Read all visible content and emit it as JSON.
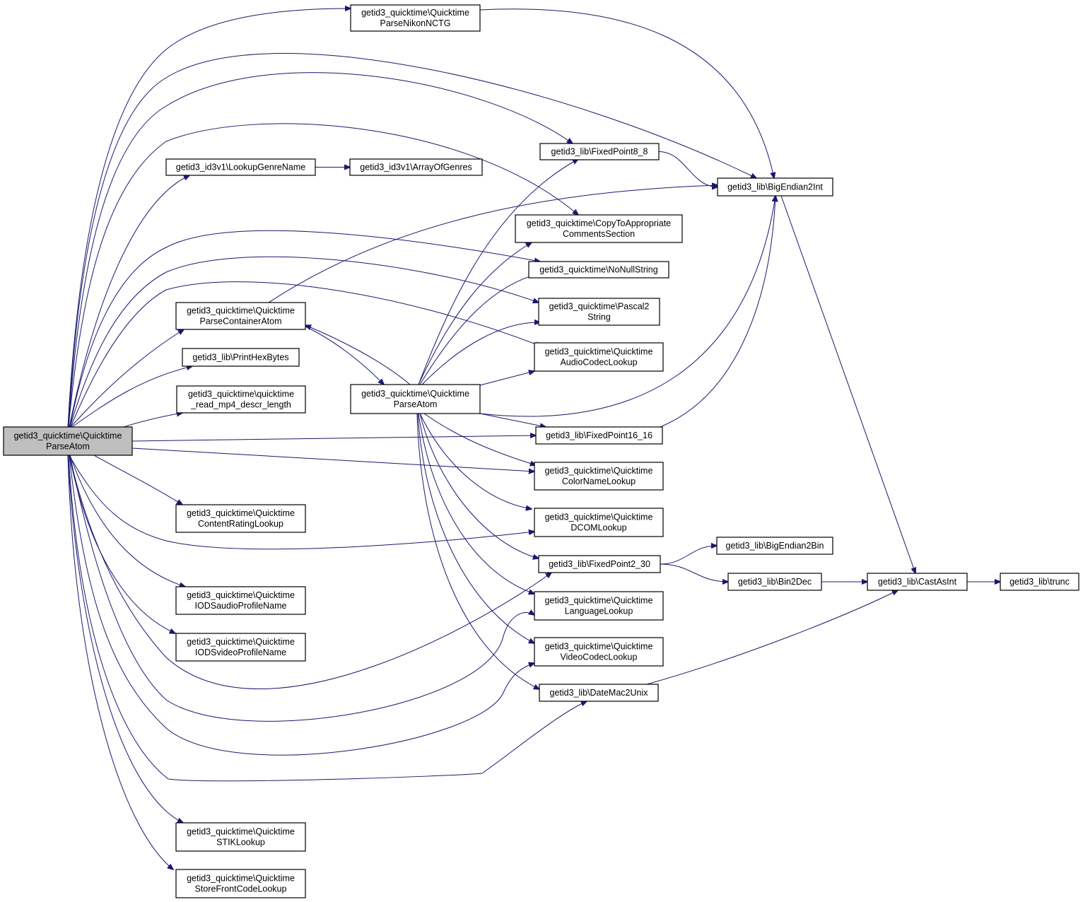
{
  "graph": {
    "nodes": [
      {
        "id": "root",
        "lines": [
          "getid3_quicktime\\Quicktime",
          "ParseAtom"
        ],
        "root": true
      },
      {
        "id": "nikon",
        "lines": [
          "getid3_quicktime\\Quicktime",
          "ParseNikonNCTG"
        ]
      },
      {
        "id": "lookupGenre",
        "lines": [
          "getid3_id3v1\\LookupGenreName"
        ]
      },
      {
        "id": "arrayGenres",
        "lines": [
          "getid3_id3v1\\ArrayOfGenres"
        ]
      },
      {
        "id": "fp88",
        "lines": [
          "getid3_lib\\FixedPoint8_8"
        ]
      },
      {
        "id": "be2int",
        "lines": [
          "getid3_lib\\BigEndian2Int"
        ]
      },
      {
        "id": "copyTo",
        "lines": [
          "getid3_quicktime\\CopyToAppropriate",
          "CommentsSection"
        ]
      },
      {
        "id": "nonull",
        "lines": [
          "getid3_quicktime\\NoNullString"
        ]
      },
      {
        "id": "pascal",
        "lines": [
          "getid3_quicktime\\Pascal2",
          "String"
        ]
      },
      {
        "id": "container",
        "lines": [
          "getid3_quicktime\\Quicktime",
          "ParseContainerAtom"
        ]
      },
      {
        "id": "audioCodec",
        "lines": [
          "getid3_quicktime\\Quicktime",
          "AudioCodecLookup"
        ]
      },
      {
        "id": "printHex",
        "lines": [
          "getid3_lib\\PrintHexBytes"
        ]
      },
      {
        "id": "parseAtom2",
        "lines": [
          "getid3_quicktime\\Quicktime",
          "ParseAtom"
        ]
      },
      {
        "id": "mp4descr",
        "lines": [
          "getid3_quicktime\\quicktime",
          "_read_mp4_descr_length"
        ]
      },
      {
        "id": "fp1616",
        "lines": [
          "getid3_lib\\FixedPoint16_16"
        ]
      },
      {
        "id": "colorName",
        "lines": [
          "getid3_quicktime\\Quicktime",
          "ColorNameLookup"
        ]
      },
      {
        "id": "contentRating",
        "lines": [
          "getid3_quicktime\\Quicktime",
          "ContentRatingLookup"
        ]
      },
      {
        "id": "dcom",
        "lines": [
          "getid3_quicktime\\Quicktime",
          "DCOMLookup"
        ]
      },
      {
        "id": "be2bin",
        "lines": [
          "getid3_lib\\BigEndian2Bin"
        ]
      },
      {
        "id": "fp230",
        "lines": [
          "getid3_lib\\FixedPoint2_30"
        ]
      },
      {
        "id": "bin2dec",
        "lines": [
          "getid3_lib\\Bin2Dec"
        ]
      },
      {
        "id": "castAsInt",
        "lines": [
          "getid3_lib\\CastAsInt"
        ]
      },
      {
        "id": "trunc",
        "lines": [
          "getid3_lib\\trunc"
        ]
      },
      {
        "id": "iodsAudio",
        "lines": [
          "getid3_quicktime\\Quicktime",
          "IODSaudioProfileName"
        ]
      },
      {
        "id": "language",
        "lines": [
          "getid3_quicktime\\Quicktime",
          "LanguageLookup"
        ]
      },
      {
        "id": "iodsVideo",
        "lines": [
          "getid3_quicktime\\Quicktime",
          "IODSvideoProfileName"
        ]
      },
      {
        "id": "videoCodec",
        "lines": [
          "getid3_quicktime\\Quicktime",
          "VideoCodecLookup"
        ]
      },
      {
        "id": "dateMac",
        "lines": [
          "getid3_lib\\DateMac2Unix"
        ]
      },
      {
        "id": "stik",
        "lines": [
          "getid3_quicktime\\Quicktime",
          "STIKLookup"
        ]
      },
      {
        "id": "storefront",
        "lines": [
          "getid3_quicktime\\Quicktime",
          "StoreFrontCodeLookup"
        ]
      }
    ],
    "edges": [
      {
        "from": "root",
        "to": "nikon"
      },
      {
        "from": "root",
        "to": "be2int"
      },
      {
        "from": "root",
        "to": "fp88"
      },
      {
        "from": "root",
        "to": "copyTo"
      },
      {
        "from": "root",
        "to": "lookupGenre"
      },
      {
        "from": "root",
        "to": "nonull"
      },
      {
        "from": "root",
        "to": "pascal"
      },
      {
        "from": "root",
        "to": "audioCodec"
      },
      {
        "from": "root",
        "to": "container"
      },
      {
        "from": "root",
        "to": "printHex"
      },
      {
        "from": "root",
        "to": "mp4descr"
      },
      {
        "from": "root",
        "to": "fp1616"
      },
      {
        "from": "root",
        "to": "colorName"
      },
      {
        "from": "root",
        "to": "contentRating"
      },
      {
        "from": "root",
        "to": "dcom"
      },
      {
        "from": "root",
        "to": "fp230"
      },
      {
        "from": "root",
        "to": "iodsAudio"
      },
      {
        "from": "root",
        "to": "language"
      },
      {
        "from": "root",
        "to": "iodsVideo"
      },
      {
        "from": "root",
        "to": "videoCodec"
      },
      {
        "from": "root",
        "to": "dateMac"
      },
      {
        "from": "root",
        "to": "stik"
      },
      {
        "from": "root",
        "to": "storefront"
      },
      {
        "from": "nikon",
        "to": "be2int"
      },
      {
        "from": "lookupGenre",
        "to": "arrayGenres"
      },
      {
        "from": "fp88",
        "to": "be2int"
      },
      {
        "from": "container",
        "to": "be2int"
      },
      {
        "from": "container",
        "to": "parseAtom2"
      },
      {
        "from": "parseAtom2",
        "to": "container"
      },
      {
        "from": "parseAtom2",
        "to": "fp88"
      },
      {
        "from": "parseAtom2",
        "to": "copyTo"
      },
      {
        "from": "parseAtom2",
        "to": "nonull"
      },
      {
        "from": "parseAtom2",
        "to": "pascal"
      },
      {
        "from": "parseAtom2",
        "to": "audioCodec"
      },
      {
        "from": "parseAtom2",
        "to": "be2int"
      },
      {
        "from": "parseAtom2",
        "to": "fp1616"
      },
      {
        "from": "parseAtom2",
        "to": "colorName"
      },
      {
        "from": "parseAtom2",
        "to": "dcom"
      },
      {
        "from": "parseAtom2",
        "to": "fp230"
      },
      {
        "from": "parseAtom2",
        "to": "language"
      },
      {
        "from": "parseAtom2",
        "to": "videoCodec"
      },
      {
        "from": "parseAtom2",
        "to": "dateMac"
      },
      {
        "from": "be2int",
        "to": "castAsInt"
      },
      {
        "from": "fp1616",
        "to": "be2int"
      },
      {
        "from": "fp230",
        "to": "be2bin"
      },
      {
        "from": "fp230",
        "to": "bin2dec"
      },
      {
        "from": "bin2dec",
        "to": "castAsInt"
      },
      {
        "from": "castAsInt",
        "to": "trunc"
      },
      {
        "from": "dateMac",
        "to": "castAsInt"
      }
    ]
  }
}
